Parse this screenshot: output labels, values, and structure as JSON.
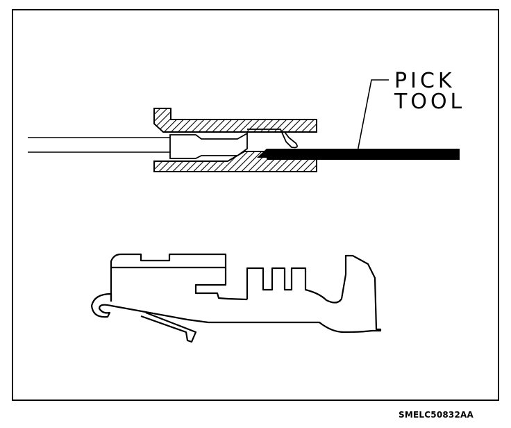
{
  "callout": {
    "line1": "PICK",
    "line2": "TOOL"
  },
  "figure_code": "SMELC50832AA",
  "colors": {
    "ink": "#000000",
    "paper": "#ffffff"
  }
}
